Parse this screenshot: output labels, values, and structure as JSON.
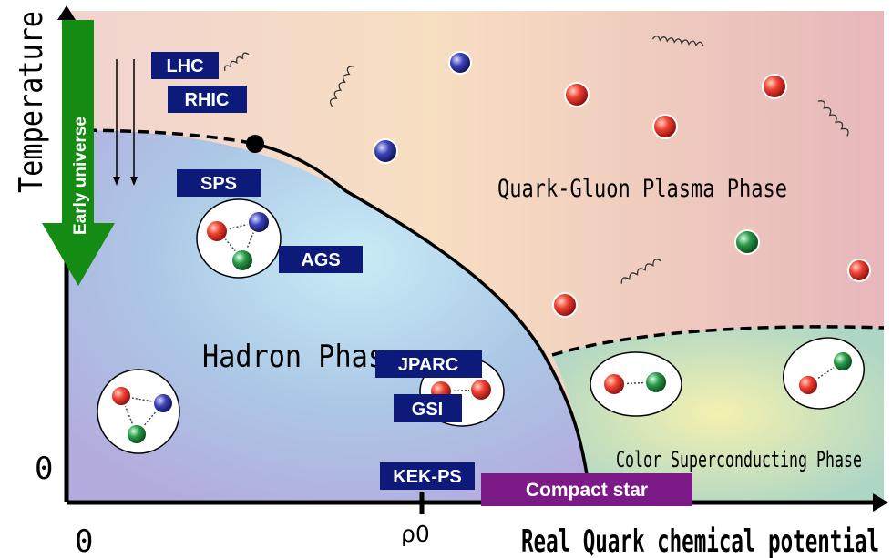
{
  "axes": {
    "y_label": "Temperature",
    "x_label": "Real Quark chemical potential",
    "y_origin": "0",
    "x_origin": "0",
    "x_tick": "ρ0"
  },
  "arrow": {
    "label": "Early universe"
  },
  "phases": {
    "qgp": "Quark-Gluon Plasma Phase",
    "hadron": "Hadron Phas",
    "csc": "Color Superconducting Phase"
  },
  "experiments": {
    "lhc": "LHC",
    "rhic": "RHIC",
    "sps": "SPS",
    "ags": "AGS",
    "jparc": "JPARC",
    "gsi": "GSI",
    "kekps": "KEK-PS"
  },
  "compact_star": "Compact star",
  "colors": {
    "navy": "#0d1a7a",
    "purple": "#7b1a86",
    "green_arrow": "#148c14",
    "quark_red": "#e0302a",
    "quark_blue": "#2a2f9a",
    "quark_green": "#1e7a3a"
  }
}
